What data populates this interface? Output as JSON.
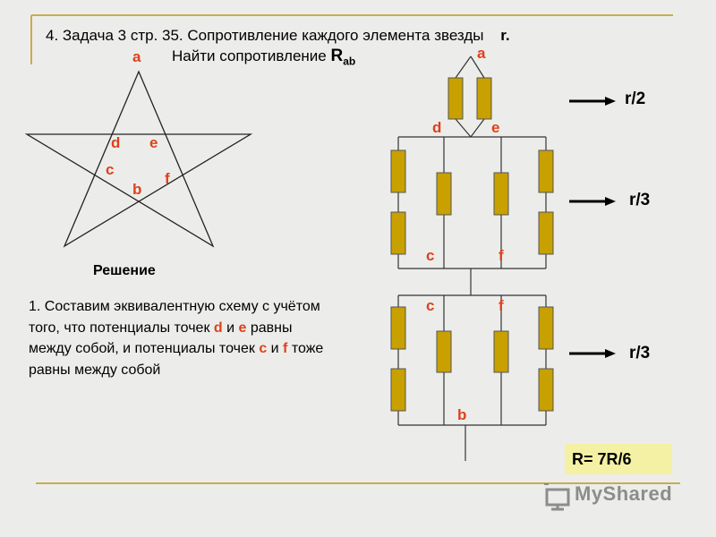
{
  "header": {
    "line1_prefix": "4.  Задача  3  стр. 35.  Сопротивление  каждого элемента звезды",
    "line1_r": "r.",
    "line2_prefix": "Найти сопротивление ",
    "line2_R": "R",
    "line2_sub": "ab"
  },
  "star_labels": {
    "a": "a",
    "d": "d",
    "e": "e",
    "c": "c",
    "b": "b",
    "f": "f"
  },
  "solution": {
    "heading": "Решение",
    "p_1": "1. Составим эквивалентную схему с учётом того, что потенциалы точек ",
    "d": "d",
    "p_and1": " и ",
    "e": "e",
    "p_2": "  равны между собой, и потенциалы точек ",
    "c": "c",
    "p_and2": " и ",
    "f": "f",
    "p_3": "  тоже равны между собой"
  },
  "circuit_labels": {
    "a": "a",
    "d": "d",
    "e": "e",
    "c_upper": "c",
    "f_upper": "f",
    "c_lower": "c",
    "f_lower": "f",
    "b": "b"
  },
  "results": {
    "top": "r/2",
    "middle": "r/3",
    "bottom": "r/3",
    "answer": "R= 7R/6"
  },
  "logo": {
    "text": "MyShared"
  },
  "colors": {
    "accent": "#e0401a",
    "resistor": "#c8a000",
    "line": "#c9ad4e",
    "answer_bg": "#f4f1a4"
  }
}
